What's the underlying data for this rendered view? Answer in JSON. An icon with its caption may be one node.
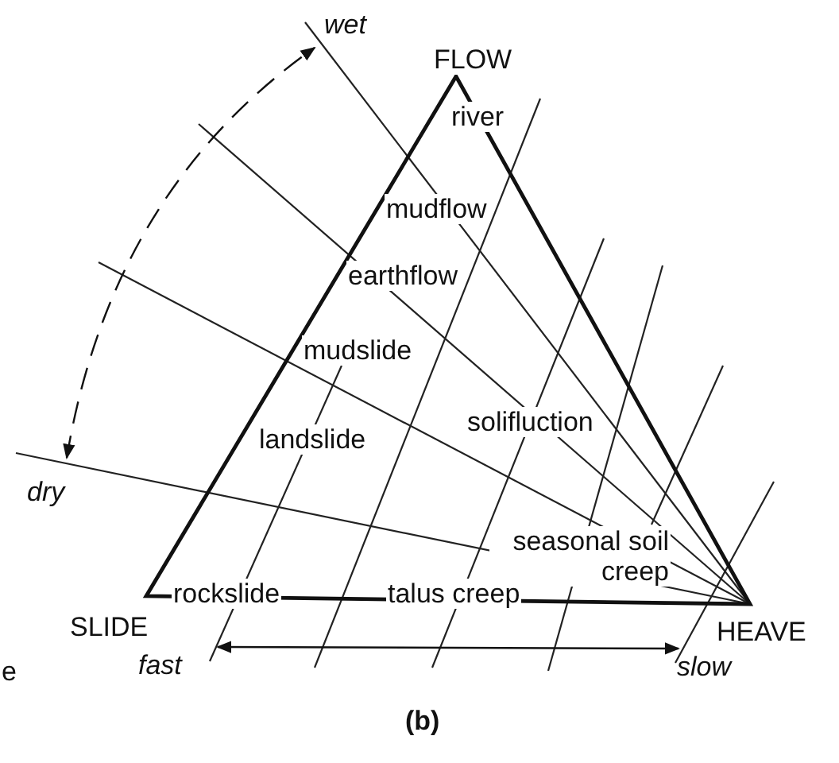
{
  "diagram": {
    "caption": "(b)",
    "labels": [
      "wet",
      "FLOW",
      "river",
      "mudflow",
      "earthflow",
      "mudslide",
      "landslide",
      "solifluction",
      "dry",
      "seasonal soil creep",
      "rockslide",
      "talus creep",
      "SLIDE",
      "HEAVE",
      "e",
      "fast",
      "slow"
    ]
  }
}
